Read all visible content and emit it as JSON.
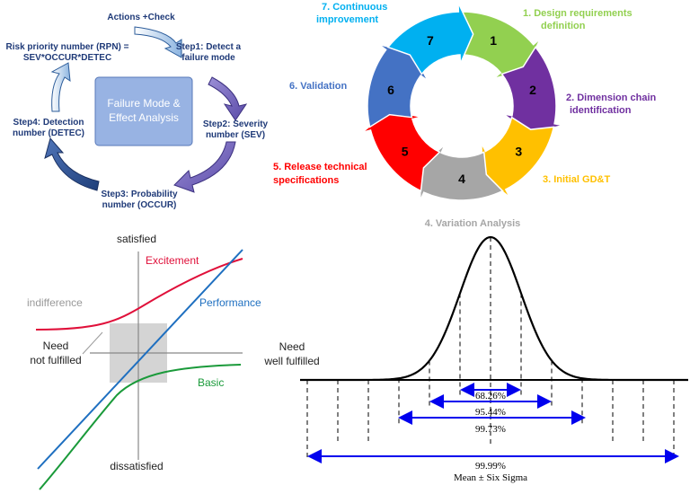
{
  "fmea": {
    "center_line1": "Failure Mode &",
    "center_line2": "Effect Analysis",
    "top_label": "Actions +Check",
    "rpn_line1": "Risk priority number (RPN) =",
    "rpn_line2": "SEV*OCCUR*DETEC",
    "step1_line1": "Step1: Detect a",
    "step1_line2": "failure mode",
    "step2_line1": "Step2: Severity",
    "step2_line2": "number (SEV)",
    "step3_line1": "Step3: Probability",
    "step3_line2": "number (OCCUR)",
    "step4_line1": "Step4: Detection",
    "step4_line2": "number (DETEC)"
  },
  "cycle": {
    "segments": [
      {
        "num": "1",
        "color": "#92d050"
      },
      {
        "num": "2",
        "color": "#7030a0"
      },
      {
        "num": "3",
        "color": "#ffc000"
      },
      {
        "num": "4",
        "color": "#a6a6a6"
      },
      {
        "num": "5",
        "color": "#ff0000"
      },
      {
        "num": "6",
        "color": "#4472c4"
      },
      {
        "num": "7",
        "color": "#00b0f0"
      }
    ],
    "label1_line1": "1. Design requirements",
    "label1_line2": "definition",
    "label2_line1": "2. Dimension chain",
    "label2_line2": "identification",
    "label3": "3. Initial GD&T",
    "label4": "4. Variation Analysis",
    "label5_line1": "5. Release technical",
    "label5_line2": "specifications",
    "label6": "6. Validation",
    "label7_line1": "7. Continuous",
    "label7_line2": "improvement"
  },
  "kano": {
    "top": "satisfied",
    "bottom": "dissatisfied",
    "left_line1": "Need",
    "left_line2": "not fulfilled",
    "right_line1": "Need",
    "right_line2": "well fulfilled",
    "excitement": "Excitement",
    "performance": "Performance",
    "basic": "Basic",
    "indifference": "indifference",
    "colors": {
      "excitement": "#e0103a",
      "performance": "#1e6fc0",
      "basic": "#1a9a3a"
    }
  },
  "sigma": {
    "p1": "68.26%",
    "p2": "95.44%",
    "p3": "99.73%",
    "p6": "99.99%",
    "caption": "Mean ± Six Sigma"
  }
}
